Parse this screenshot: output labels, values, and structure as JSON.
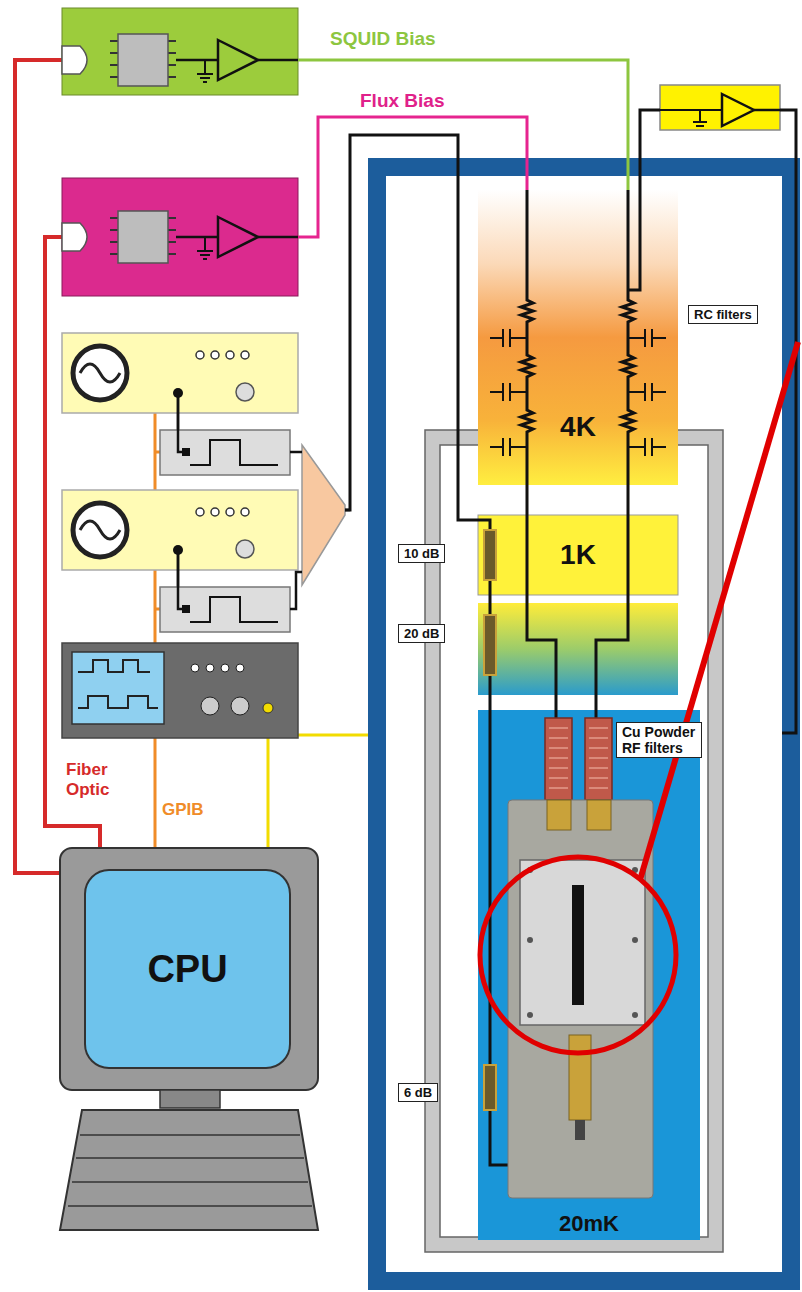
{
  "diagram": {
    "nodes": [
      {
        "text": [
          "4K"
        ]
      },
      {
        "text": [
          "RC filters"
        ]
      },
      {
        "text": [
          "10 dB"
        ]
      },
      {
        "text": [
          "1K"
        ]
      },
      {
        "text": [
          "20 dB"
        ]
      },
      {
        "text": [
          "20mK"
        ]
      },
      {
        "text": [
          "Cu Powder RF filters"
        ],
        "in": 5
      },
      {
        "text": [
          "6 dB"
        ]
      },
      {
        "text": [
          "CPU"
        ]
      }
    ],
    "labels": [
      "SQUID Bias",
      "Flux Bias",
      "Fiber Optic",
      "GPIB"
    ]
  }
}
